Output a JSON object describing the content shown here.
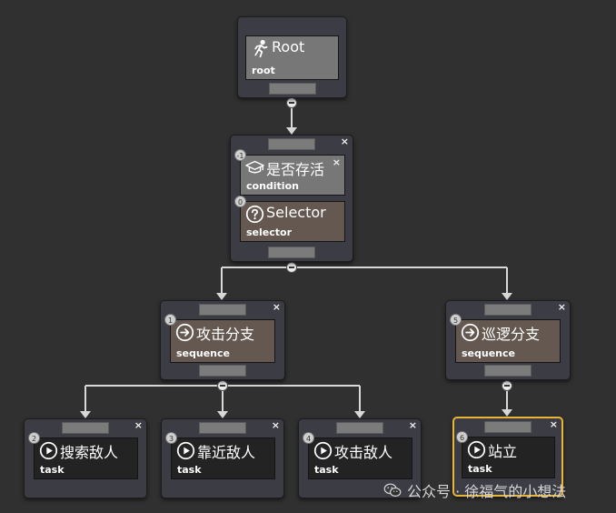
{
  "nodes": {
    "root": {
      "title": "Root",
      "type": "root",
      "icon": "running-person-icon"
    },
    "condition": {
      "order": "-1",
      "title": "是否存活",
      "type": "condition",
      "icon": "graduation-cap-icon"
    },
    "selector": {
      "order": "0",
      "title": "Selector",
      "type": "selector",
      "icon": "question-circle-icon"
    },
    "attack_branch": {
      "order": "1",
      "title": "攻击分支",
      "type": "sequence",
      "icon": "arrow-circle-icon"
    },
    "patrol_branch": {
      "order": "5",
      "title": "巡逻分支",
      "type": "sequence",
      "icon": "arrow-circle-icon"
    },
    "search_enemy": {
      "order": "2",
      "title": "搜索敌人",
      "type": "task",
      "icon": "play-circle-icon"
    },
    "approach_enemy": {
      "order": "3",
      "title": "靠近敌人",
      "type": "task",
      "icon": "play-circle-icon"
    },
    "attack_enemy": {
      "order": "4",
      "title": "攻击敌人",
      "type": "task",
      "icon": "play-circle-icon"
    },
    "stand": {
      "order": "6",
      "title": "站立",
      "type": "task",
      "icon": "play-circle-icon"
    }
  },
  "close_glyph": "×",
  "watermark": {
    "text": "公众号 · 徐福气的小想法",
    "icon": "wechat-icon"
  },
  "colors": {
    "background": "#303030",
    "node": "#3c3c44",
    "condition_card": "#777777",
    "composite_card": "#645850",
    "task_card": "#232323",
    "active_border": "#e8b43a",
    "wire": "#d8d8d8"
  }
}
